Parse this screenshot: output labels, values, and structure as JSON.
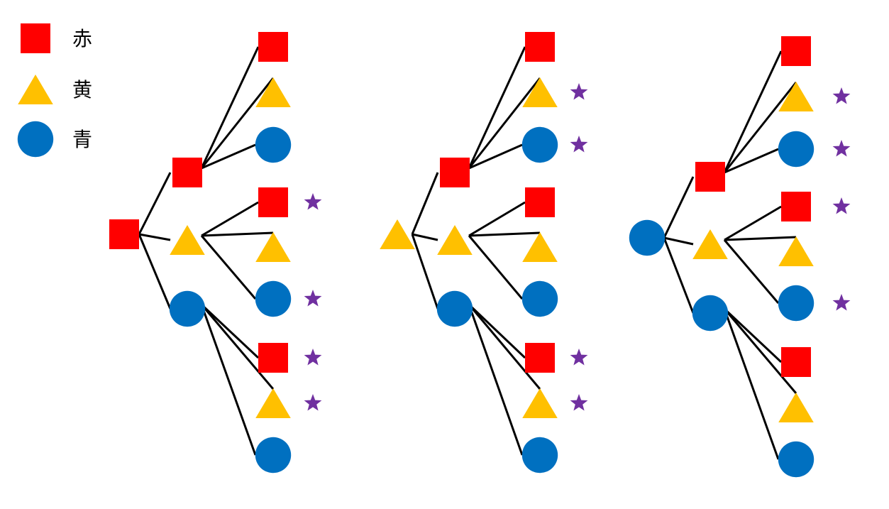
{
  "colors": {
    "red": "#FF0000",
    "yellow": "#FFC000",
    "blue": "#0070C0",
    "star": "#7030A0",
    "line": "#000000"
  },
  "legend": [
    {
      "shape": "square",
      "color": "red",
      "label": "赤"
    },
    {
      "shape": "triangle",
      "color": "yellow",
      "label": "黄"
    },
    {
      "shape": "circle",
      "color": "blue",
      "label": "青"
    }
  ],
  "trees": [
    {
      "root": "red",
      "branches": [
        {
          "node": "red",
          "leaves": [
            {
              "color": "red",
              "star": false
            },
            {
              "color": "yellow",
              "star": false
            },
            {
              "color": "blue",
              "star": false
            }
          ]
        },
        {
          "node": "yellow",
          "leaves": [
            {
              "color": "red",
              "star": true
            },
            {
              "color": "yellow",
              "star": false
            },
            {
              "color": "blue",
              "star": true
            }
          ]
        },
        {
          "node": "blue",
          "leaves": [
            {
              "color": "red",
              "star": true
            },
            {
              "color": "yellow",
              "star": true
            },
            {
              "color": "blue",
              "star": false
            }
          ]
        }
      ]
    },
    {
      "root": "yellow",
      "branches": [
        {
          "node": "red",
          "leaves": [
            {
              "color": "red",
              "star": false
            },
            {
              "color": "yellow",
              "star": true
            },
            {
              "color": "blue",
              "star": true
            }
          ]
        },
        {
          "node": "yellow",
          "leaves": [
            {
              "color": "red",
              "star": false
            },
            {
              "color": "yellow",
              "star": false
            },
            {
              "color": "blue",
              "star": false
            }
          ]
        },
        {
          "node": "blue",
          "leaves": [
            {
              "color": "red",
              "star": true
            },
            {
              "color": "yellow",
              "star": true
            },
            {
              "color": "blue",
              "star": false
            }
          ]
        }
      ]
    },
    {
      "root": "blue",
      "branches": [
        {
          "node": "red",
          "leaves": [
            {
              "color": "red",
              "star": false
            },
            {
              "color": "yellow",
              "star": true
            },
            {
              "color": "blue",
              "star": true
            }
          ]
        },
        {
          "node": "yellow",
          "leaves": [
            {
              "color": "red",
              "star": true
            },
            {
              "color": "yellow",
              "star": false
            },
            {
              "color": "blue",
              "star": true
            }
          ]
        },
        {
          "node": "blue",
          "leaves": [
            {
              "color": "red",
              "star": false
            },
            {
              "color": "yellow",
              "star": false
            },
            {
              "color": "blue",
              "star": false
            }
          ]
        }
      ]
    }
  ]
}
